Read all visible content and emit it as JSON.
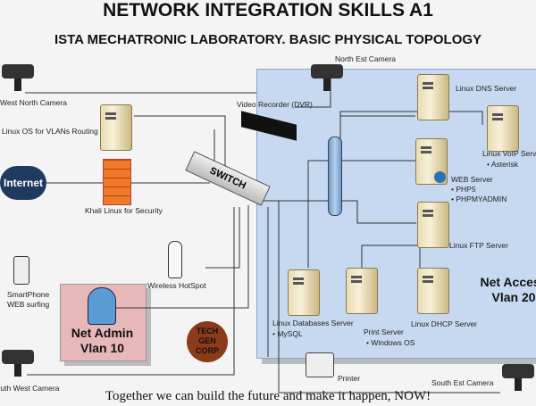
{
  "title": "NETWORK INTEGRATION SKILLS A1",
  "subtitle": "ISTA MECHATRONIC LABORATORY. BASIC PHYSICAL TOPOLOGY",
  "nodes": {
    "west_north_camera": "West North Camera",
    "north_est_camera": "North Est Camera",
    "south_west_camera": "South West Camera",
    "south_est_camera": "South Est Camera",
    "dvr": "Video Recorder (DVR)",
    "router": "Linux OS for VLANs Routing",
    "internet": "Internet",
    "firewall": "Khali Linux for Security",
    "switch": "SWITCH",
    "hotspot": "Wireless HotSpot",
    "smartphone_1": "SmartPhone",
    "smartphone_2": "WEB surfing",
    "dns": "Linux DNS Server",
    "voip": "Linux VoIP Server",
    "voip_items": [
      "Asterisk"
    ],
    "web": "WEB Server",
    "web_items": [
      "PHP5",
      "PHPMYADMIN"
    ],
    "ftp": "Linux FTP Server",
    "db": "Linux Databases Server",
    "db_items": [
      "MySQL"
    ],
    "print": "Print Server",
    "print_items": [
      "Windows OS"
    ],
    "dhcp": "Linux DHCP Server",
    "printer": "Printer"
  },
  "vlan_admin": {
    "line1": "Net Admin",
    "line2": "Vlan 10"
  },
  "vlan_access": {
    "line1": "Net Access",
    "line2": "Vlan 20"
  },
  "logo": "TECH GEN CORP",
  "footer": "Together we can build the future and make it happen, NOW!",
  "colors": {
    "panel": "#c6d9f1",
    "admin": "#e6b8b7",
    "firewall": "#f07a2a",
    "cloud": "#1f3a5f"
  }
}
